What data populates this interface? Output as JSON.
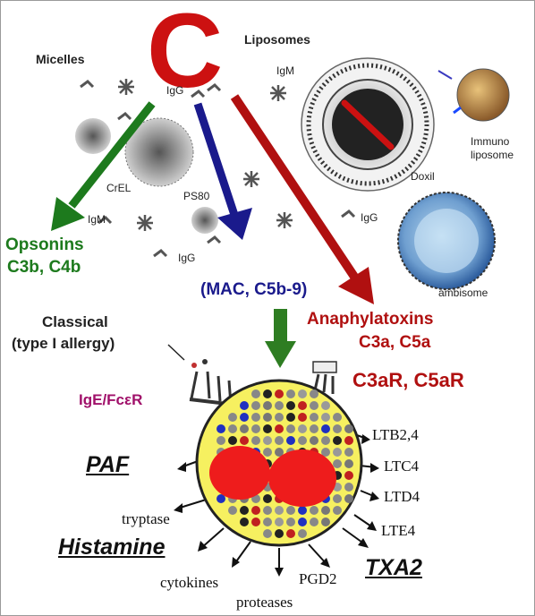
{
  "diagram": {
    "top": {
      "letter": "C",
      "micelles": "Micelles",
      "liposomes": "Liposomes"
    },
    "particles": {
      "igg_top": "IgG",
      "igm_top": "IgM",
      "crel": "CrEL",
      "ps80": "PS80",
      "igm_mid": "IgM",
      "igg_mid": "IgG",
      "igg_low": "IgG",
      "doxil": "Doxil",
      "immuno": "Immuno",
      "liposome": "liposome",
      "ambisome": "ambisome"
    },
    "outcomes": {
      "opsonins": "Opsonins",
      "c3b_c4b": "C3b, C4b",
      "mac": "(MAC, C5b-9)",
      "anaphylatoxins": "Anaphylatoxins",
      "c3a_c5a": "C3a, C5a",
      "receptors": "C3aR, C5aR"
    },
    "classical": {
      "line1": "Classical",
      "line2": "(type I allergy)"
    },
    "ige": "IgE/FcεR",
    "mediators": {
      "paf": "PAF",
      "tryptase": "tryptase",
      "histamine": "Histamine",
      "cytokines": "cytokines",
      "proteases": "proteases",
      "ltb": "LTB2,4",
      "ltc": "LTC4",
      "ltd": "LTD4",
      "lte": "LTE4",
      "pgd": "PGD2",
      "txa": "TXA2"
    }
  },
  "colors": {
    "green": "#1d7a1d",
    "blue": "#1a1a8c",
    "red": "#b01010",
    "cell": "#f6f060"
  }
}
